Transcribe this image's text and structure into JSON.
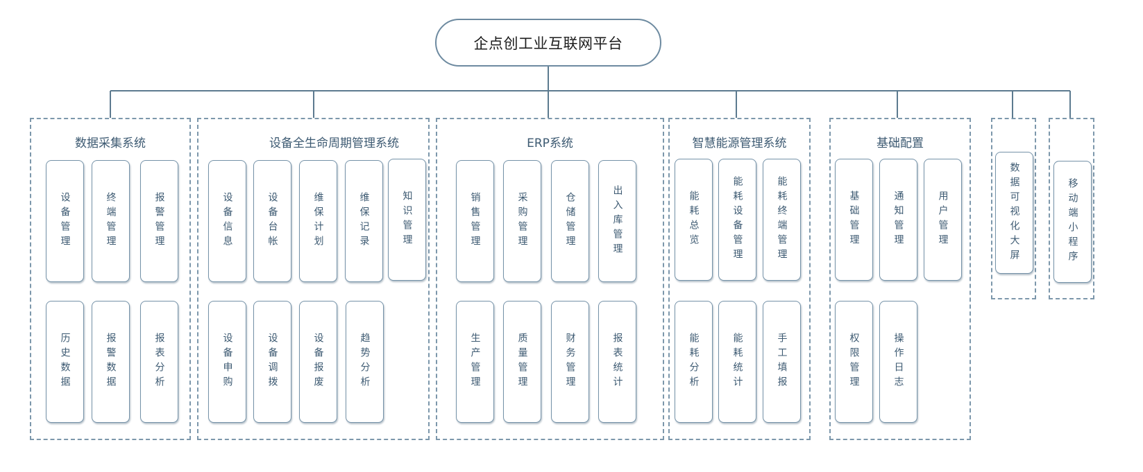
{
  "root": {
    "title": "企点创工业互联网平台"
  },
  "colors": {
    "line": "#5c7a8f",
    "border": "#7592a8",
    "text": "#3d5a72"
  },
  "groups": [
    {
      "title": "数据采集系统",
      "row1": [
        "设备管理",
        "终端管理",
        "报警管理"
      ],
      "row2": [
        "历史数据",
        "报警数据",
        "报表分析"
      ]
    },
    {
      "title": "设备全生命周期管理系统",
      "row1": [
        "设备信息",
        "设备台帐",
        "维保计划",
        "维保记录",
        "知识管理"
      ],
      "row2": [
        "设备申购",
        "设备调拨",
        "设备报废",
        "趋势分析"
      ]
    },
    {
      "title": "ERP系统",
      "row1": [
        "销售管理",
        "采购管理",
        "仓储管理",
        "出入库管理"
      ],
      "row2": [
        "生产管理",
        "质量管理",
        "财务管理",
        "报表统计"
      ]
    },
    {
      "title": "智慧能源管理系统",
      "row1": [
        "能耗总览",
        "能耗设备管理",
        "能耗终端管理"
      ],
      "row2": [
        "能耗分析",
        "能耗统计",
        "手工填报"
      ]
    },
    {
      "title": "基础配置",
      "row1": [
        "基础管理",
        "通知管理",
        "用户管理"
      ],
      "row2": [
        "权限管理",
        "操作日志"
      ]
    },
    {
      "title": "",
      "row1": [
        "数据可视化大屏"
      ],
      "row2": []
    },
    {
      "title": "",
      "row1": [
        "移动端小程序"
      ],
      "row2": []
    }
  ]
}
